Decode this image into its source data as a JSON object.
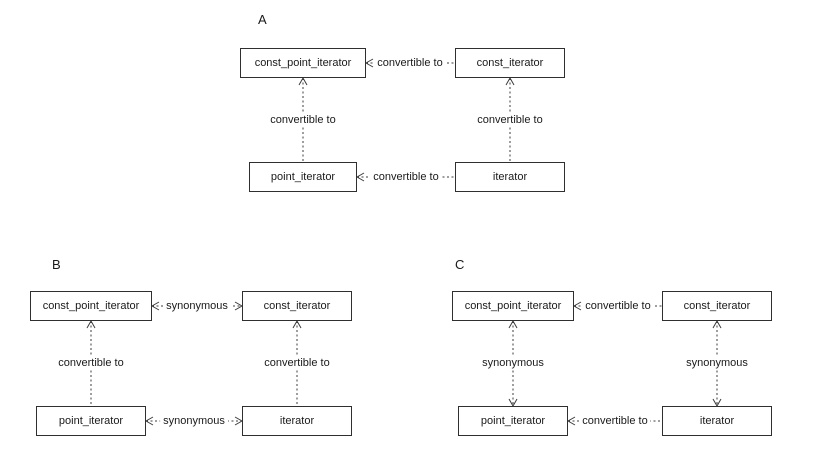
{
  "diagrams": [
    {
      "label": "A",
      "boxes": {
        "top_left": "const_point_iterator",
        "top_right": "const_iterator",
        "bottom_left": "point_iterator",
        "bottom_right": "iterator"
      },
      "edges": {
        "top": "convertible to",
        "bottom": "convertible to",
        "left": "convertible to",
        "right": "convertible to"
      }
    },
    {
      "label": "B",
      "boxes": {
        "top_left": "const_point_iterator",
        "top_right": "const_iterator",
        "bottom_left": "point_iterator",
        "bottom_right": "iterator"
      },
      "edges": {
        "top": "synonymous",
        "bottom": "synonymous",
        "left": "convertible to",
        "right": "convertible to"
      }
    },
    {
      "label": "C",
      "boxes": {
        "top_left": "const_point_iterator",
        "top_right": "const_iterator",
        "bottom_left": "point_iterator",
        "bottom_right": "iterator"
      },
      "edges": {
        "top": "convertible to",
        "bottom": "convertible to",
        "left": "synonymous",
        "right": "synonymous"
      }
    }
  ]
}
